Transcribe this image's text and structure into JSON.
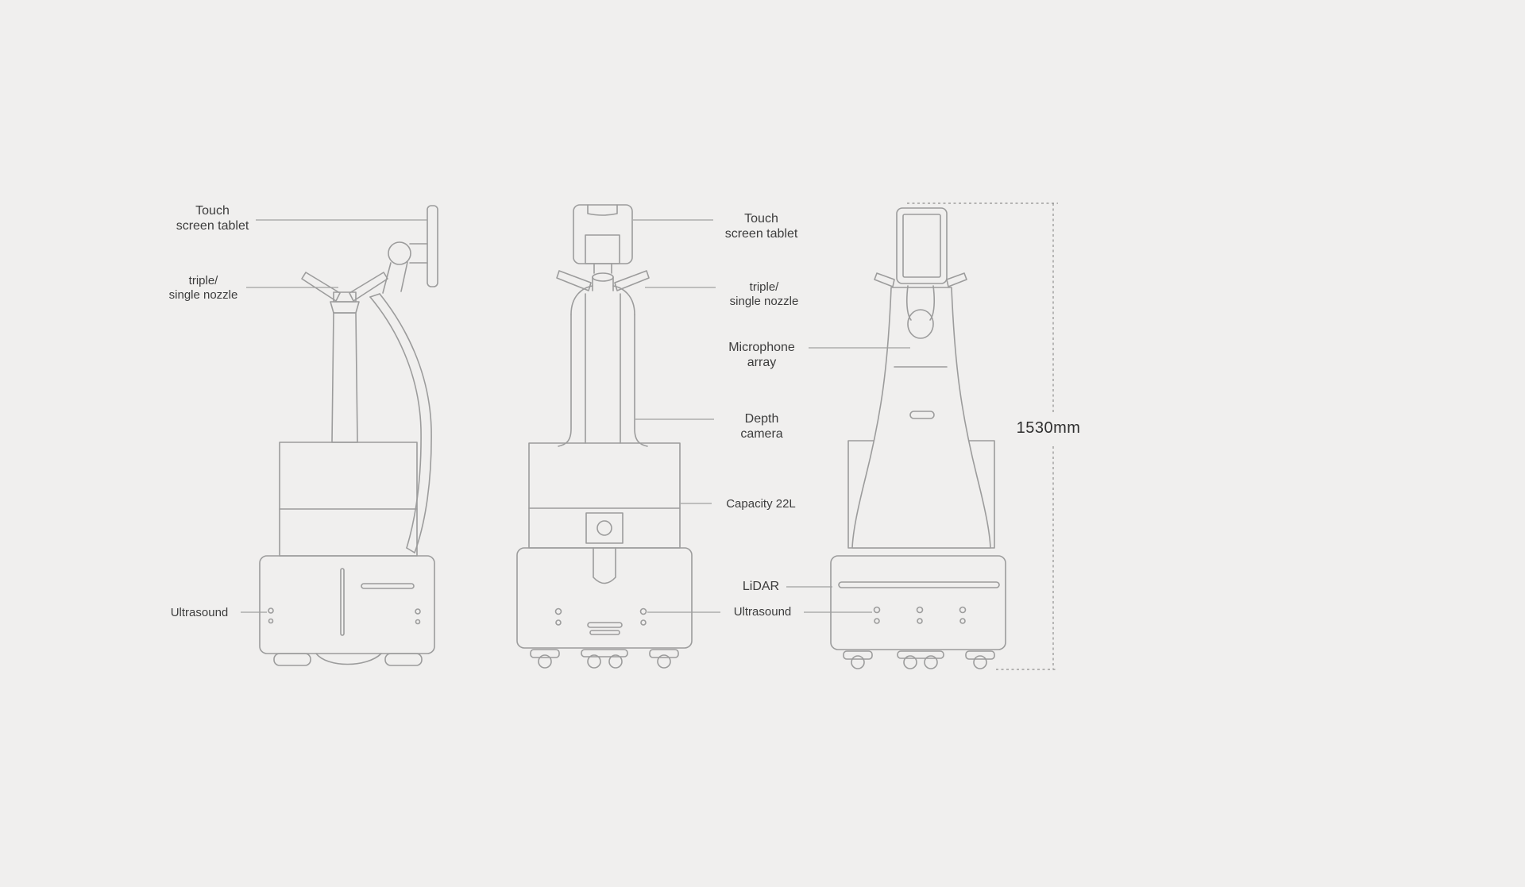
{
  "colors": {
    "background": "#f0efee",
    "line": "#9c9c9c",
    "leader": "#a0a0a0",
    "text": "#3d3d3d",
    "dimension_line": "#8f8f8f"
  },
  "labels": {
    "touch_screen_tablet_left": "Touch\nscreen tablet",
    "triple_single_nozzle_left": "triple/\nsingle nozzle",
    "ultrasound_left": "Ultrasound",
    "touch_screen_tablet_mid": "Touch\nscreen tablet",
    "triple_single_nozzle_mid": "triple/\nsingle nozzle",
    "microphone_array": "Microphone\narray",
    "depth_camera": "Depth\ncamera",
    "capacity": "Capacity 22L",
    "lidar": "LiDAR",
    "ultrasound_mid": "Ultrasound"
  },
  "dimension": {
    "height": "1530mm"
  }
}
